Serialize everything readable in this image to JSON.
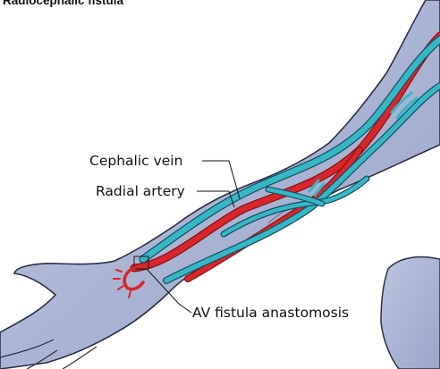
{
  "figure": {
    "title": "Radiocephalic fistula"
  },
  "labels": {
    "cephalic_vein": "Cephalic vein",
    "radial_artery": "Radial artery",
    "av_fistula": "AV fistula anastomosis"
  },
  "colors": {
    "skin_fill": "#a9b3d3",
    "skin_outline": "#2b2f45",
    "artery": "#d9262b",
    "artery_edge": "#8a1114",
    "vein": "#35b7c6",
    "vein_edge": "#1a4e60"
  }
}
